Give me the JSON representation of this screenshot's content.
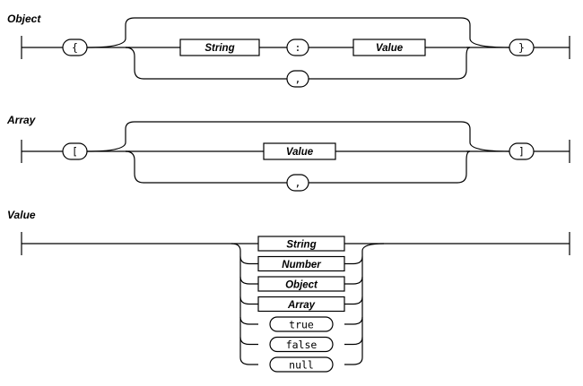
{
  "diagrams": {
    "object": {
      "title": "Object",
      "open": "{",
      "string": "String",
      "colon": ":",
      "value": "Value",
      "comma": ",",
      "close": "}"
    },
    "array": {
      "title": "Array",
      "open": "[",
      "value": "Value",
      "comma": ",",
      "close": "]"
    },
    "value": {
      "title": "Value",
      "choices": [
        {
          "label": "String",
          "kind": "nonterminal"
        },
        {
          "label": "Number",
          "kind": "nonterminal"
        },
        {
          "label": "Object",
          "kind": "nonterminal"
        },
        {
          "label": "Array",
          "kind": "nonterminal"
        },
        {
          "label": "true",
          "kind": "terminal"
        },
        {
          "label": "false",
          "kind": "terminal"
        },
        {
          "label": "null",
          "kind": "terminal"
        }
      ]
    }
  }
}
